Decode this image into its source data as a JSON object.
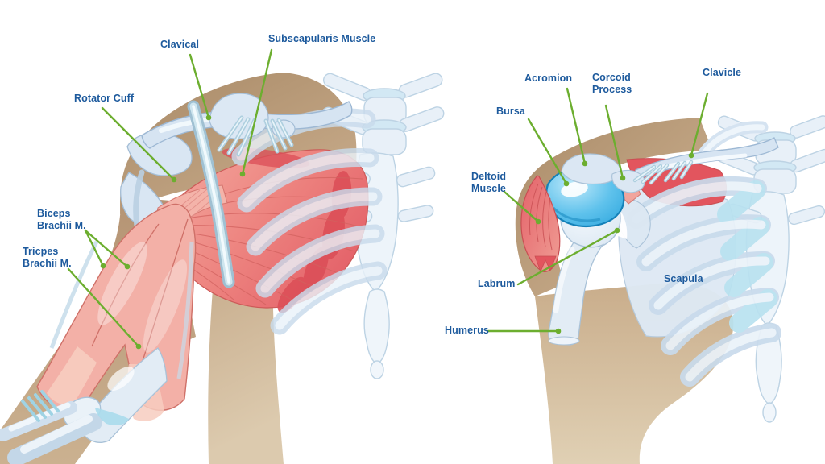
{
  "poster": {
    "background": "#ffffff",
    "left_diagram": {
      "labels": [
        {
          "id": "clavical",
          "text": "Clavical"
        },
        {
          "id": "subscapularis-muscle",
          "text": "Subscapularis Muscle"
        },
        {
          "id": "rotator-cuff",
          "text": "Rotator Cuff"
        },
        {
          "id": "biceps-brachii",
          "text": "Biceps\nBrachii M."
        },
        {
          "id": "triceps-brachii",
          "text": "Tricpes\nBrachii M."
        }
      ]
    },
    "right_diagram": {
      "labels": [
        {
          "id": "acromion",
          "text": "Acromion"
        },
        {
          "id": "corcoid-process",
          "text": "Corcoid\nProcess"
        },
        {
          "id": "clavicle",
          "text": "Clavicle"
        },
        {
          "id": "bursa",
          "text": "Bursa"
        },
        {
          "id": "deltoid-muscle",
          "text": "Deltoid\nMuscle"
        },
        {
          "id": "labrum",
          "text": "Labrum"
        },
        {
          "id": "humerus",
          "text": "Humerus"
        },
        {
          "id": "scapula",
          "text": "Scapula"
        }
      ]
    },
    "colors": {
      "label_text": "#1d5a9d",
      "leader_line": "#6cae2f",
      "muscle_deep_red": "#dc4f58",
      "muscle_red": "#e2555e",
      "muscle_pink": "#f2a9a0",
      "bone_fill": "#dde9f4",
      "bone_stroke": "#9db8d4",
      "bursa_blue": "#3fb2e6",
      "skin_tan": "#c2a584"
    }
  }
}
